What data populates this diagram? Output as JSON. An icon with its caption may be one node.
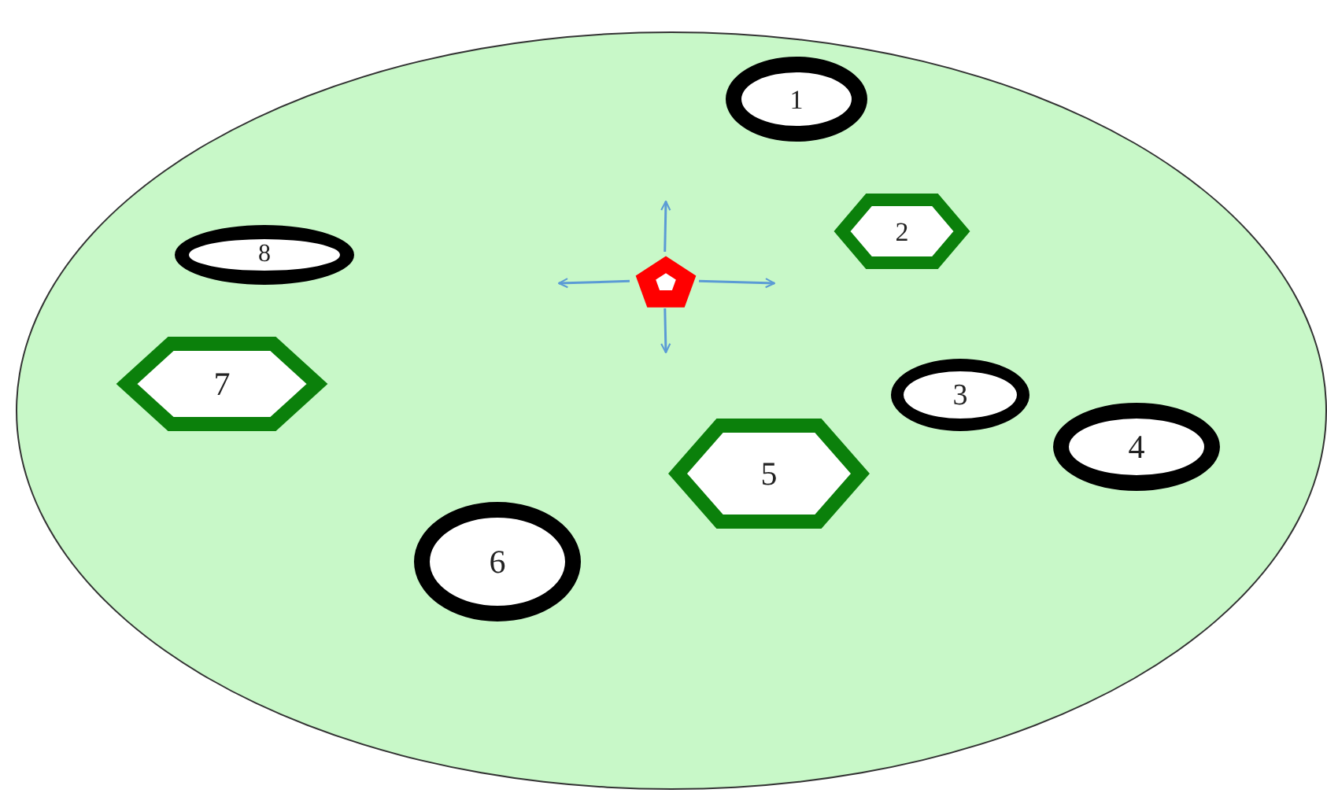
{
  "diagram": {
    "nodes": [
      {
        "text": [],
        "shape": "ellipse"
      },
      {
        "text": [
          "1"
        ],
        "in": 0
      },
      {
        "text": [
          "2"
        ],
        "in": 0
      },
      {
        "text": [
          "8"
        ],
        "in": 0
      },
      {
        "text": [],
        "shape": "pentagon",
        "in": 0
      },
      {
        "text": [
          "7"
        ],
        "in": 0
      },
      {
        "text": [
          "3"
        ],
        "in": 0
      },
      {
        "text": [
          "4"
        ],
        "in": 0
      },
      {
        "text": [
          "5"
        ],
        "in": 0
      },
      {
        "text": [
          "6"
        ],
        "in": 0
      }
    ],
    "edges": [
      {
        "from": 4,
        "to": null,
        "arrow": "to"
      },
      {
        "from": 4,
        "to": null,
        "arrow": "to"
      },
      {
        "from": 4,
        "to": null,
        "arrow": "to"
      },
      {
        "from": 4,
        "to": null,
        "arrow": "to"
      }
    ]
  }
}
